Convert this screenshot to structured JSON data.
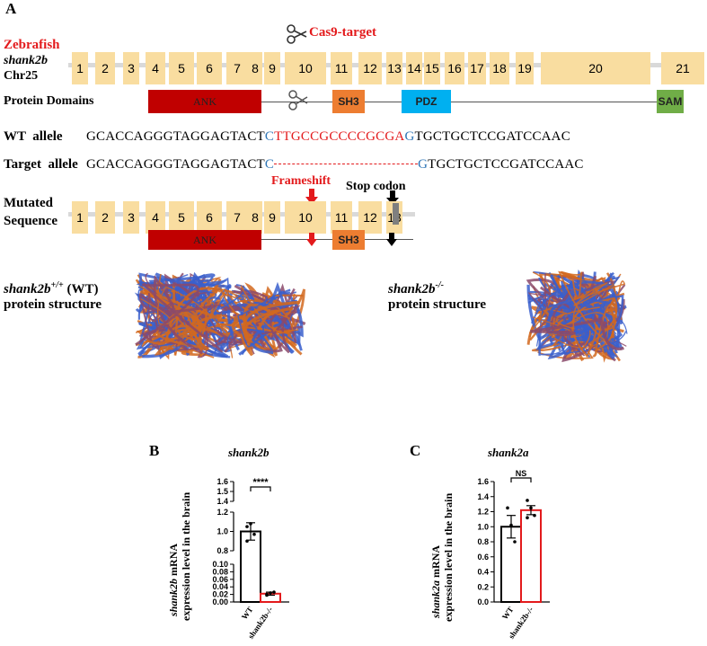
{
  "panelA": {
    "label": "A",
    "species": "Zebrafish",
    "gene": "shank2b",
    "chromosome": "Chr25",
    "cas9_label": "Cas9-target",
    "exons": [
      "1",
      "2",
      "3",
      "4",
      "5",
      "6",
      "7",
      "8",
      "9",
      "10",
      "11",
      "12",
      "13",
      "14",
      "15",
      "16",
      "17",
      "18",
      "19",
      "20",
      "21"
    ],
    "protein_domains_label": "Protein Domains",
    "domains": [
      "ANK",
      "SH3",
      "PDZ",
      "SAM"
    ],
    "wt_label": "WT  allele",
    "wt_seq_left": "GCACCAGGGTAGGAGTACT",
    "wt_seq_c": "C",
    "wt_seq_red": "TTGCCGCCCCGCGA",
    "wt_seq_g": "G",
    "wt_seq_right": "TGCTGCTCCGATCCAAC",
    "target_label": "Target  allele",
    "target_seq_left": "GCACCAGGGTAGGAGTACT",
    "target_seq_c": "C",
    "target_seq_g": "G",
    "target_seq_right": "TGCTGCTCCGATCCAAC",
    "mutated_label_1": "Mutated",
    "mutated_label_2": "Sequence",
    "frameshift_label": "Frameshift",
    "stop_label": "Stop codon",
    "mut_exons": [
      "1",
      "2",
      "3",
      "4",
      "5",
      "6",
      "7",
      "8",
      "9",
      "10",
      "11",
      "12",
      "13"
    ],
    "mut_domains": [
      "ANK",
      "SH3"
    ],
    "wt_struct_gene": "shank2b",
    "wt_struct_sup": "+/+",
    "wt_struct_suffix": " (WT)",
    "wt_struct_line2": "protein structure",
    "ko_struct_gene": "shank2b",
    "ko_struct_sup": "-/-",
    "ko_struct_line2": "protein structure"
  },
  "colors": {
    "exon": "#f9dda0",
    "ank": "#c00000",
    "sh3": "#ed7d31",
    "pdz": "#00b0f0",
    "sam": "#70ad47",
    "red_text": "#e31a1c",
    "blue_base": "#2e75b6"
  },
  "chart_data": [
    {
      "type": "bar",
      "panel": "B",
      "title": "shank2b",
      "ylabel_gene": "shank2b",
      "ylabel_rest": " mRNA",
      "ylabel_line2": "expression level in the brain",
      "categories": [
        "WT",
        "shank2b-/-"
      ],
      "values": [
        1.0,
        0.022
      ],
      "errors": [
        0.09,
        0.004
      ],
      "points": [
        [
          1.05,
          1.08,
          0.97,
          0.9
        ],
        [
          0.02,
          0.024,
          0.026,
          0.018
        ]
      ],
      "significance": "****",
      "y_segments": [
        [
          0,
          0.1
        ],
        [
          0.8,
          1.2
        ],
        [
          1.4,
          1.6
        ]
      ],
      "yticks": [
        [
          "0.00",
          0
        ],
        [
          "0.02",
          0.02
        ],
        [
          "0.04",
          0.04
        ],
        [
          "0.06",
          0.06
        ],
        [
          "0.08",
          0.08
        ],
        [
          "0.10",
          0.1
        ],
        [
          "0.8",
          0.8
        ],
        [
          "1.0",
          1.0
        ],
        [
          "1.2",
          1.2
        ],
        [
          "1.4",
          1.4
        ],
        [
          "1.5",
          1.5
        ],
        [
          "1.6",
          1.6
        ]
      ],
      "bar_colors": [
        "#000000",
        "#e31a1c"
      ]
    },
    {
      "type": "bar",
      "panel": "C",
      "title": "shank2a",
      "ylabel_gene": "shank2a",
      "ylabel_rest": " mRNA",
      "ylabel_line2": "expression level in the brain",
      "categories": [
        "WT",
        "shank2b-/-"
      ],
      "values": [
        1.0,
        1.22
      ],
      "errors": [
        0.15,
        0.06
      ],
      "points": [
        [
          1.25,
          1.02,
          0.8
        ],
        [
          1.35,
          1.25,
          1.15,
          1.12
        ]
      ],
      "significance": "NS",
      "ylim": [
        0,
        1.6
      ],
      "yticks": [
        [
          "0.0",
          0
        ],
        [
          "0.2",
          0.2
        ],
        [
          "0.4",
          0.4
        ],
        [
          "0.6",
          0.6
        ],
        [
          "0.8",
          0.8
        ],
        [
          "1.0",
          1.0
        ],
        [
          "1.2",
          1.2
        ],
        [
          "1.4",
          1.4
        ],
        [
          "1.6",
          1.6
        ]
      ],
      "bar_colors": [
        "#000000",
        "#e31a1c"
      ]
    }
  ]
}
